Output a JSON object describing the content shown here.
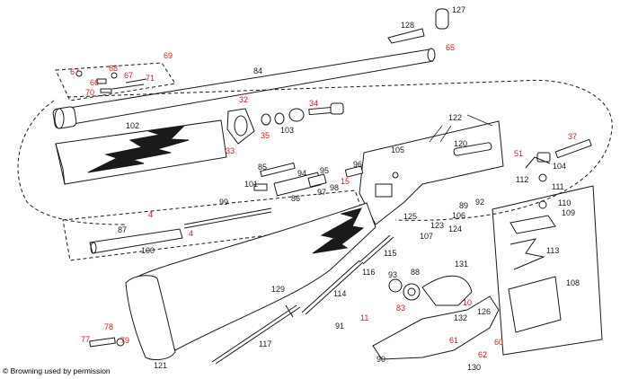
{
  "colors": {
    "ink": "#1a1a1a",
    "highlight_label": "#cc1f1f",
    "default_label": "#1a1a1a",
    "background": "#ffffff"
  },
  "copyright": "© Browning used by permission",
  "labels": [
    {
      "id": "127",
      "text": "127",
      "highlight": false
    },
    {
      "id": "128",
      "text": "128",
      "highlight": false
    },
    {
      "id": "65",
      "text": "65",
      "highlight": true
    },
    {
      "id": "69",
      "text": "69",
      "highlight": true
    },
    {
      "id": "67a",
      "text": "67",
      "highlight": true
    },
    {
      "id": "68",
      "text": "68",
      "highlight": true
    },
    {
      "id": "67b",
      "text": "67",
      "highlight": true
    },
    {
      "id": "66",
      "text": "66",
      "highlight": true
    },
    {
      "id": "71",
      "text": "71",
      "highlight": true
    },
    {
      "id": "70",
      "text": "70",
      "highlight": true
    },
    {
      "id": "84",
      "text": "84",
      "highlight": false
    },
    {
      "id": "102",
      "text": "102",
      "highlight": false
    },
    {
      "id": "32",
      "text": "32",
      "highlight": true
    },
    {
      "id": "34",
      "text": "34",
      "highlight": true
    },
    {
      "id": "35",
      "text": "35",
      "highlight": true
    },
    {
      "id": "103",
      "text": "103",
      "highlight": false
    },
    {
      "id": "33",
      "text": "33",
      "highlight": true
    },
    {
      "id": "122",
      "text": "122",
      "highlight": false
    },
    {
      "id": "120",
      "text": "120",
      "highlight": false
    },
    {
      "id": "37",
      "text": "37",
      "highlight": true
    },
    {
      "id": "51",
      "text": "51",
      "highlight": true
    },
    {
      "id": "104",
      "text": "104",
      "highlight": false
    },
    {
      "id": "105",
      "text": "105",
      "highlight": false
    },
    {
      "id": "85",
      "text": "85",
      "highlight": false
    },
    {
      "id": "94",
      "text": "94",
      "highlight": false
    },
    {
      "id": "95",
      "text": "95",
      "highlight": false
    },
    {
      "id": "96",
      "text": "96",
      "highlight": false
    },
    {
      "id": "101",
      "text": "101",
      "highlight": false
    },
    {
      "id": "86",
      "text": "86",
      "highlight": false
    },
    {
      "id": "97",
      "text": "97",
      "highlight": false
    },
    {
      "id": "98",
      "text": "98",
      "highlight": false
    },
    {
      "id": "15",
      "text": "15",
      "highlight": true
    },
    {
      "id": "112",
      "text": "112",
      "highlight": false
    },
    {
      "id": "111",
      "text": "111",
      "highlight": false
    },
    {
      "id": "99",
      "text": "99",
      "highlight": false
    },
    {
      "id": "4a",
      "text": "4",
      "highlight": true
    },
    {
      "id": "4b",
      "text": "4",
      "highlight": true
    },
    {
      "id": "87",
      "text": "87",
      "highlight": false
    },
    {
      "id": "100",
      "text": "100",
      "highlight": false
    },
    {
      "id": "125",
      "text": "125",
      "highlight": false
    },
    {
      "id": "123",
      "text": "123",
      "highlight": false
    },
    {
      "id": "107",
      "text": "107",
      "highlight": false
    },
    {
      "id": "124",
      "text": "124",
      "highlight": false
    },
    {
      "id": "106",
      "text": "106",
      "highlight": false
    },
    {
      "id": "89",
      "text": "89",
      "highlight": false
    },
    {
      "id": "92",
      "text": "92",
      "highlight": false
    },
    {
      "id": "110",
      "text": "110",
      "highlight": false
    },
    {
      "id": "109",
      "text": "109",
      "highlight": false
    },
    {
      "id": "113",
      "text": "113",
      "highlight": false
    },
    {
      "id": "108",
      "text": "108",
      "highlight": false
    },
    {
      "id": "115",
      "text": "115",
      "highlight": false
    },
    {
      "id": "116",
      "text": "116",
      "highlight": false
    },
    {
      "id": "93",
      "text": "93",
      "highlight": false
    },
    {
      "id": "88",
      "text": "88",
      "highlight": false
    },
    {
      "id": "131",
      "text": "131",
      "highlight": false
    },
    {
      "id": "129",
      "text": "129",
      "highlight": false
    },
    {
      "id": "114",
      "text": "114",
      "highlight": false
    },
    {
      "id": "10",
      "text": "10",
      "highlight": true
    },
    {
      "id": "83",
      "text": "83",
      "highlight": true
    },
    {
      "id": "126",
      "text": "126",
      "highlight": false
    },
    {
      "id": "132",
      "text": "132",
      "highlight": false
    },
    {
      "id": "91",
      "text": "91",
      "highlight": false
    },
    {
      "id": "11",
      "text": "11",
      "highlight": true
    },
    {
      "id": "78",
      "text": "78",
      "highlight": true
    },
    {
      "id": "77",
      "text": "77",
      "highlight": true
    },
    {
      "id": "79",
      "text": "79",
      "highlight": true
    },
    {
      "id": "117",
      "text": "117",
      "highlight": false
    },
    {
      "id": "121",
      "text": "121",
      "highlight": false
    },
    {
      "id": "90",
      "text": "90",
      "highlight": false
    },
    {
      "id": "61",
      "text": "61",
      "highlight": true
    },
    {
      "id": "60",
      "text": "60",
      "highlight": true
    },
    {
      "id": "62",
      "text": "62",
      "highlight": true
    },
    {
      "id": "130",
      "text": "130",
      "highlight": false
    }
  ]
}
